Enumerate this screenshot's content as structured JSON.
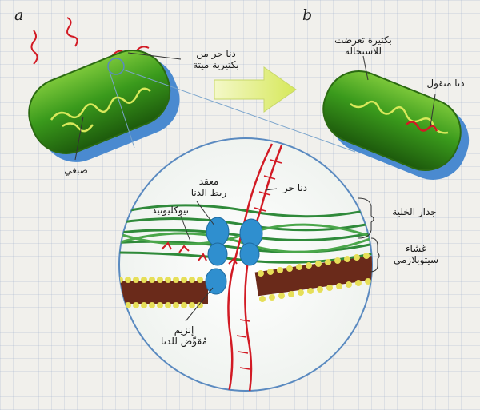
{
  "panels": {
    "a": "a",
    "b": "b"
  },
  "labels": {
    "free_dna_dead": [
      "دنا حر من",
      "بكتيرية ميتة"
    ],
    "chromosome": "صبغي",
    "transformed": [
      "بكتيرة تعرضت",
      "للاستحالة"
    ],
    "transferred_dna": "دنا منقول",
    "binding_complex": [
      "معقد",
      "ربط الدنا"
    ],
    "free_dna": "دنا حر",
    "nucleotide": "نيوكليوتيد",
    "cell_wall": "جدار الخلية",
    "membrane": [
      "غشاء",
      "سيتوبلازمي"
    ],
    "enzyme": [
      "إنزيم",
      "مُقوِّض للدنا"
    ]
  },
  "colors": {
    "bacterium_green": "#3a9a1c",
    "bacterium_shadow": "#4a8ad0",
    "dna_red": "#d21a24",
    "chromosome_yellow": "#d8e85a",
    "arrow_yellow": "#e8f070",
    "protein_blue": "#2f8fcf",
    "lipid_brown": "#6a2a1a",
    "lipid_head": "#e6df58"
  }
}
